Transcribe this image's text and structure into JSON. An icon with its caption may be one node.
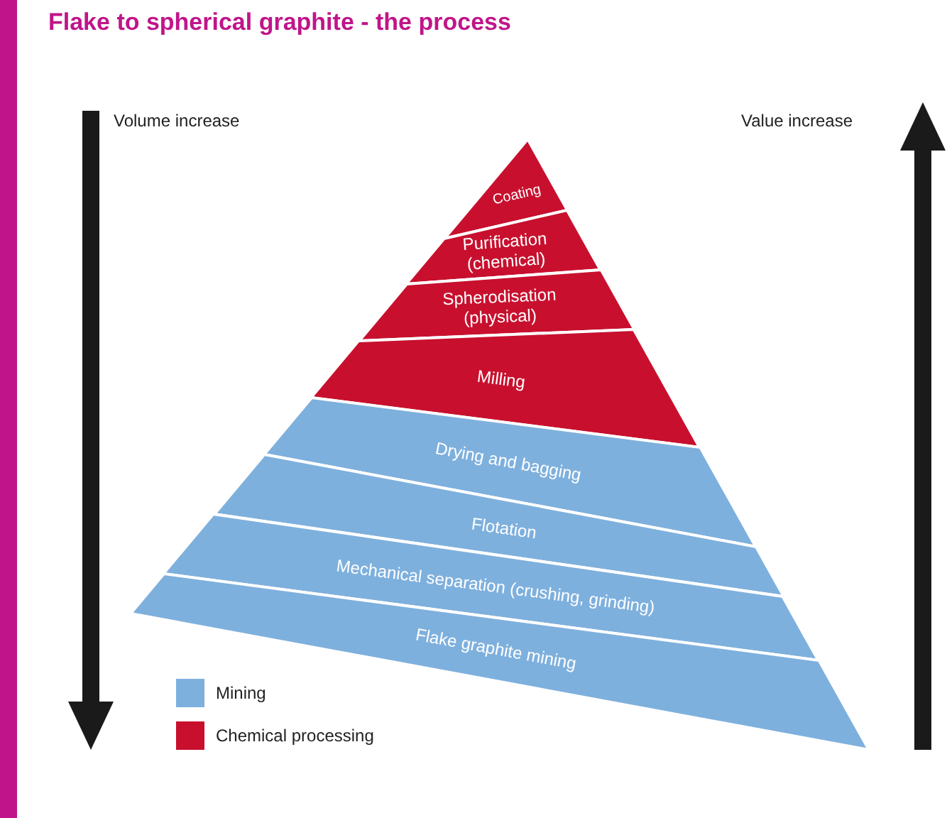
{
  "diagram": {
    "title": "Flake to spherical graphite - the process",
    "nodes": [
      {
        "text": [
          "Coating"
        ]
      },
      {
        "text": [
          "Purification (chemical)"
        ]
      },
      {
        "text": [
          "Spherodisation (physical)"
        ]
      },
      {
        "text": [
          "Milling"
        ]
      },
      {
        "text": [
          "Drying and bagging"
        ]
      },
      {
        "text": [
          "Flotation"
        ]
      },
      {
        "text": [
          "Mechanical separation (crushing, grinding)"
        ]
      },
      {
        "text": [
          "Flake graphite mining"
        ]
      }
    ],
    "labels": [
      "Volume increase",
      "Value increase"
    ],
    "legend": [
      {
        "text": "Mining",
        "color": "#7eb0dd"
      },
      {
        "text": "Chemical processing",
        "color": "#c8102e"
      }
    ]
  }
}
